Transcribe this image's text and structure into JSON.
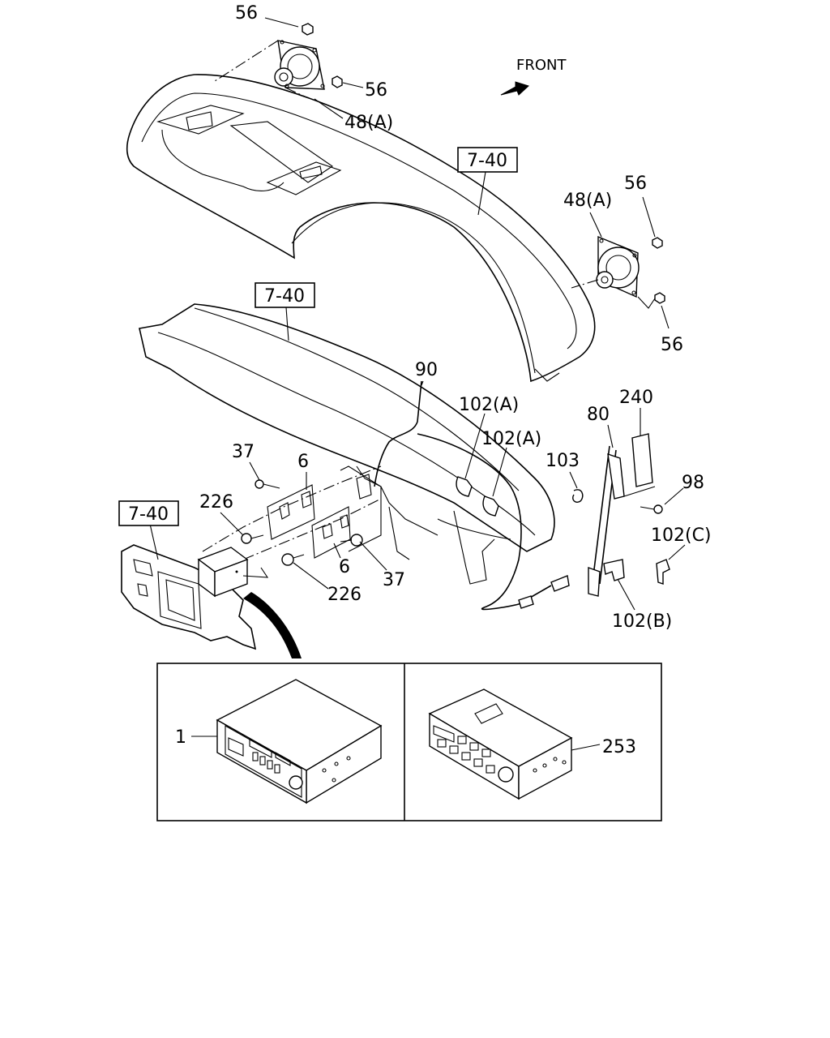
{
  "direction": {
    "front": "FRONT"
  },
  "refs": {
    "r1": "7-40",
    "r2": "7-40",
    "r3": "7-40"
  },
  "callouts": {
    "n56_a": "56",
    "n56_b": "56",
    "n56_c": "56",
    "n56_d": "56",
    "n48a_top": "48(A)",
    "n48a_right": "48(A)",
    "n90": "90",
    "n102a_1": "102(A)",
    "n102a_2": "102(A)",
    "n240": "240",
    "n80": "80",
    "n103": "103",
    "n98": "98",
    "n102c": "102(C)",
    "n102b": "102(B)",
    "n37_a": "37",
    "n37_b": "37",
    "n6_a": "6",
    "n6_b": "6",
    "n226_a": "226",
    "n226_b": "226",
    "n1": "1",
    "n253": "253"
  }
}
